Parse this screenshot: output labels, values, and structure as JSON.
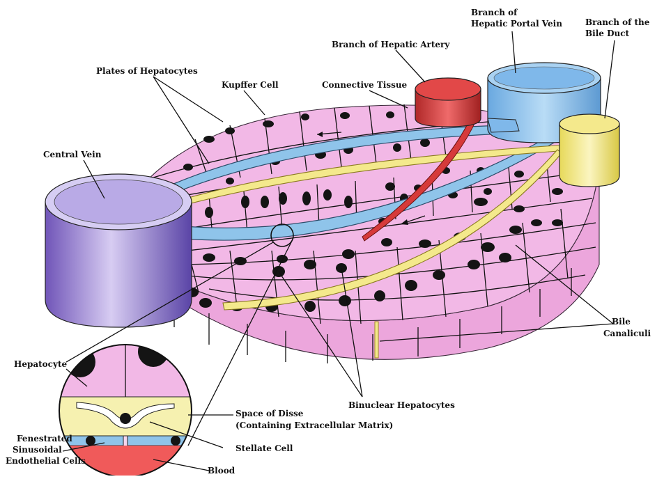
{
  "labels": {
    "portal_vein": [
      "Branch of",
      "Hepatic Portal Vein"
    ],
    "bile_duct": [
      "Branch of the",
      "Bile Duct"
    ],
    "hepatic_artery": "Branch of Hepatic Artery",
    "plates": "Plates of Hepatocytes",
    "kupffer": "Kupffer Cell",
    "connective": "Connective Tissue",
    "central_vein": "Central Vein",
    "bile_canaliculi": [
      "Bile",
      "Canaliculi"
    ],
    "hepatocyte": "Hepatocyte",
    "space_of_disse": [
      "Space of Disse",
      "(Containing Extracellular Matrix)"
    ],
    "binuclear": "Binuclear Hepatocytes",
    "fenestrated": [
      "Fenestrated",
      "Sinusoidal",
      "Endothelial Cells"
    ],
    "stellate": "Stellate Cell",
    "blood": "Blood"
  },
  "colors": {
    "hepatocyte": "#f2b8e6",
    "central_vein": "#8a6fd0",
    "portal_vein": "#7fb8ea",
    "hepatic_artery": "#d63a3a",
    "bile_duct": "#f4e98c",
    "sinusoid": "#8fc4ea",
    "blood": "#f05a5a"
  }
}
